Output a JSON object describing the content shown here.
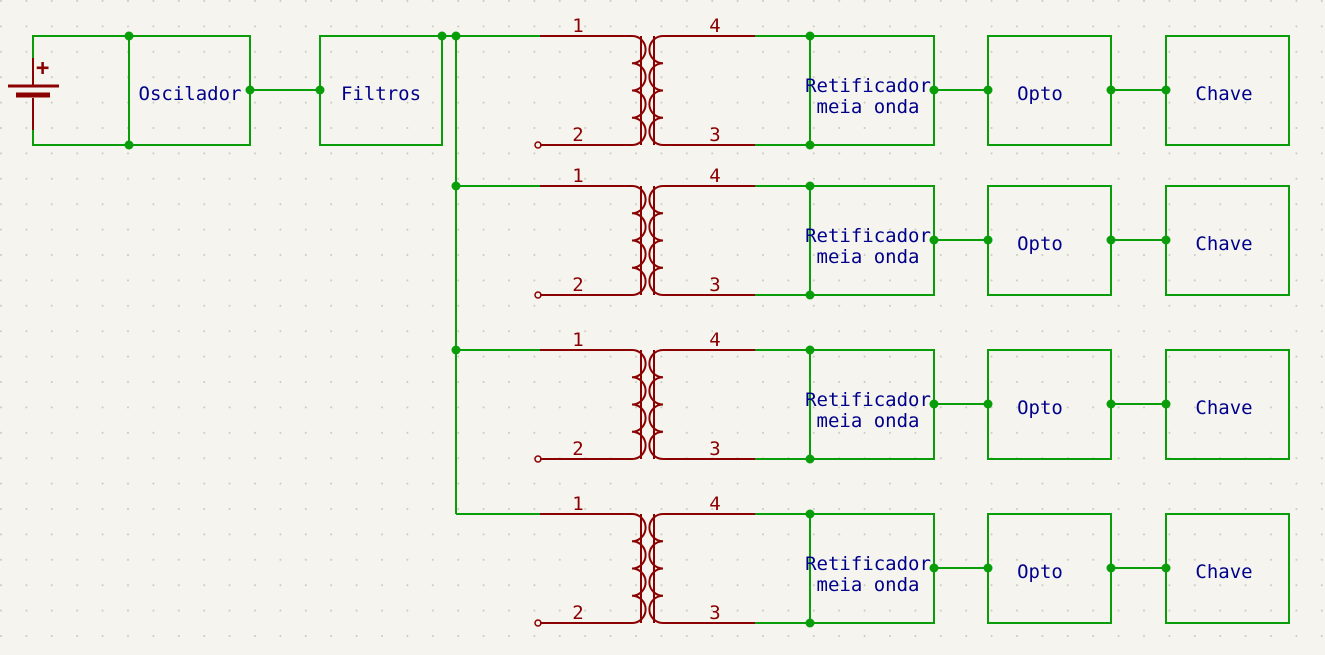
{
  "colors": {
    "background": "#f5f4ef",
    "grid_dot": "#c9c8c1",
    "wire": "#0a9d0a",
    "part": "#8b0000",
    "block_text": "#00008b"
  },
  "source": {
    "polarity": "+"
  },
  "blocks": {
    "oscillator": "Oscilador",
    "filters": "Filtros"
  },
  "channels": [
    {
      "pins": [
        "1",
        "2",
        "3",
        "4"
      ],
      "rect_line1": "Retificador",
      "rect_line2": "meia onda",
      "opto": "Opto",
      "switch": "Chave"
    },
    {
      "pins": [
        "1",
        "2",
        "3",
        "4"
      ],
      "rect_line1": "Retificador",
      "rect_line2": "meia onda",
      "opto": "Opto",
      "switch": "Chave"
    },
    {
      "pins": [
        "1",
        "2",
        "3",
        "4"
      ],
      "rect_line1": "Retificador",
      "rect_line2": "meia onda",
      "opto": "Opto",
      "switch": "Chave"
    },
    {
      "pins": [
        "1",
        "2",
        "3",
        "4"
      ],
      "rect_line1": "Retificador",
      "rect_line2": "meia onda",
      "opto": "Opto",
      "switch": "Chave"
    }
  ]
}
